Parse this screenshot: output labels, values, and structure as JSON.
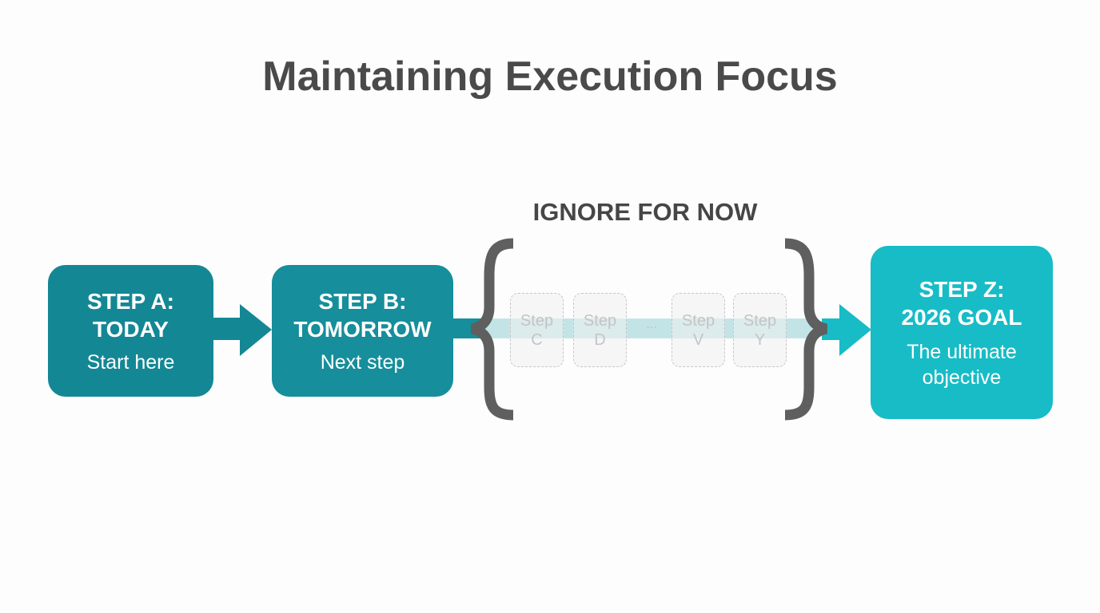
{
  "title": "Maintaining Execution Focus",
  "ignore_label": "IGNORE FOR NOW",
  "colors": {
    "step_a": "#148795",
    "step_b": "#168e9b",
    "step_z": "#17bcc6",
    "brace": "#5f5f5f",
    "ghost_band": "#c3e4e7",
    "title_text": "#4a4a4a"
  },
  "steps": {
    "a": {
      "title_line1": "STEP A:",
      "title_line2": "TODAY",
      "subtitle": "Start here"
    },
    "b": {
      "title_line1": "STEP B:",
      "title_line2": "TOMORROW",
      "subtitle": "Next step"
    },
    "z": {
      "title_line1": "STEP Z:",
      "title_line2": "2026 GOAL",
      "subtitle_line1": "The ultimate",
      "subtitle_line2": "objective"
    }
  },
  "ignored_steps": [
    {
      "word": "Step",
      "letter": "C"
    },
    {
      "word": "Step",
      "letter": "D"
    },
    {
      "word": "Step",
      "letter": "V"
    },
    {
      "word": "Step",
      "letter": "Y"
    }
  ],
  "ellipsis": "..."
}
